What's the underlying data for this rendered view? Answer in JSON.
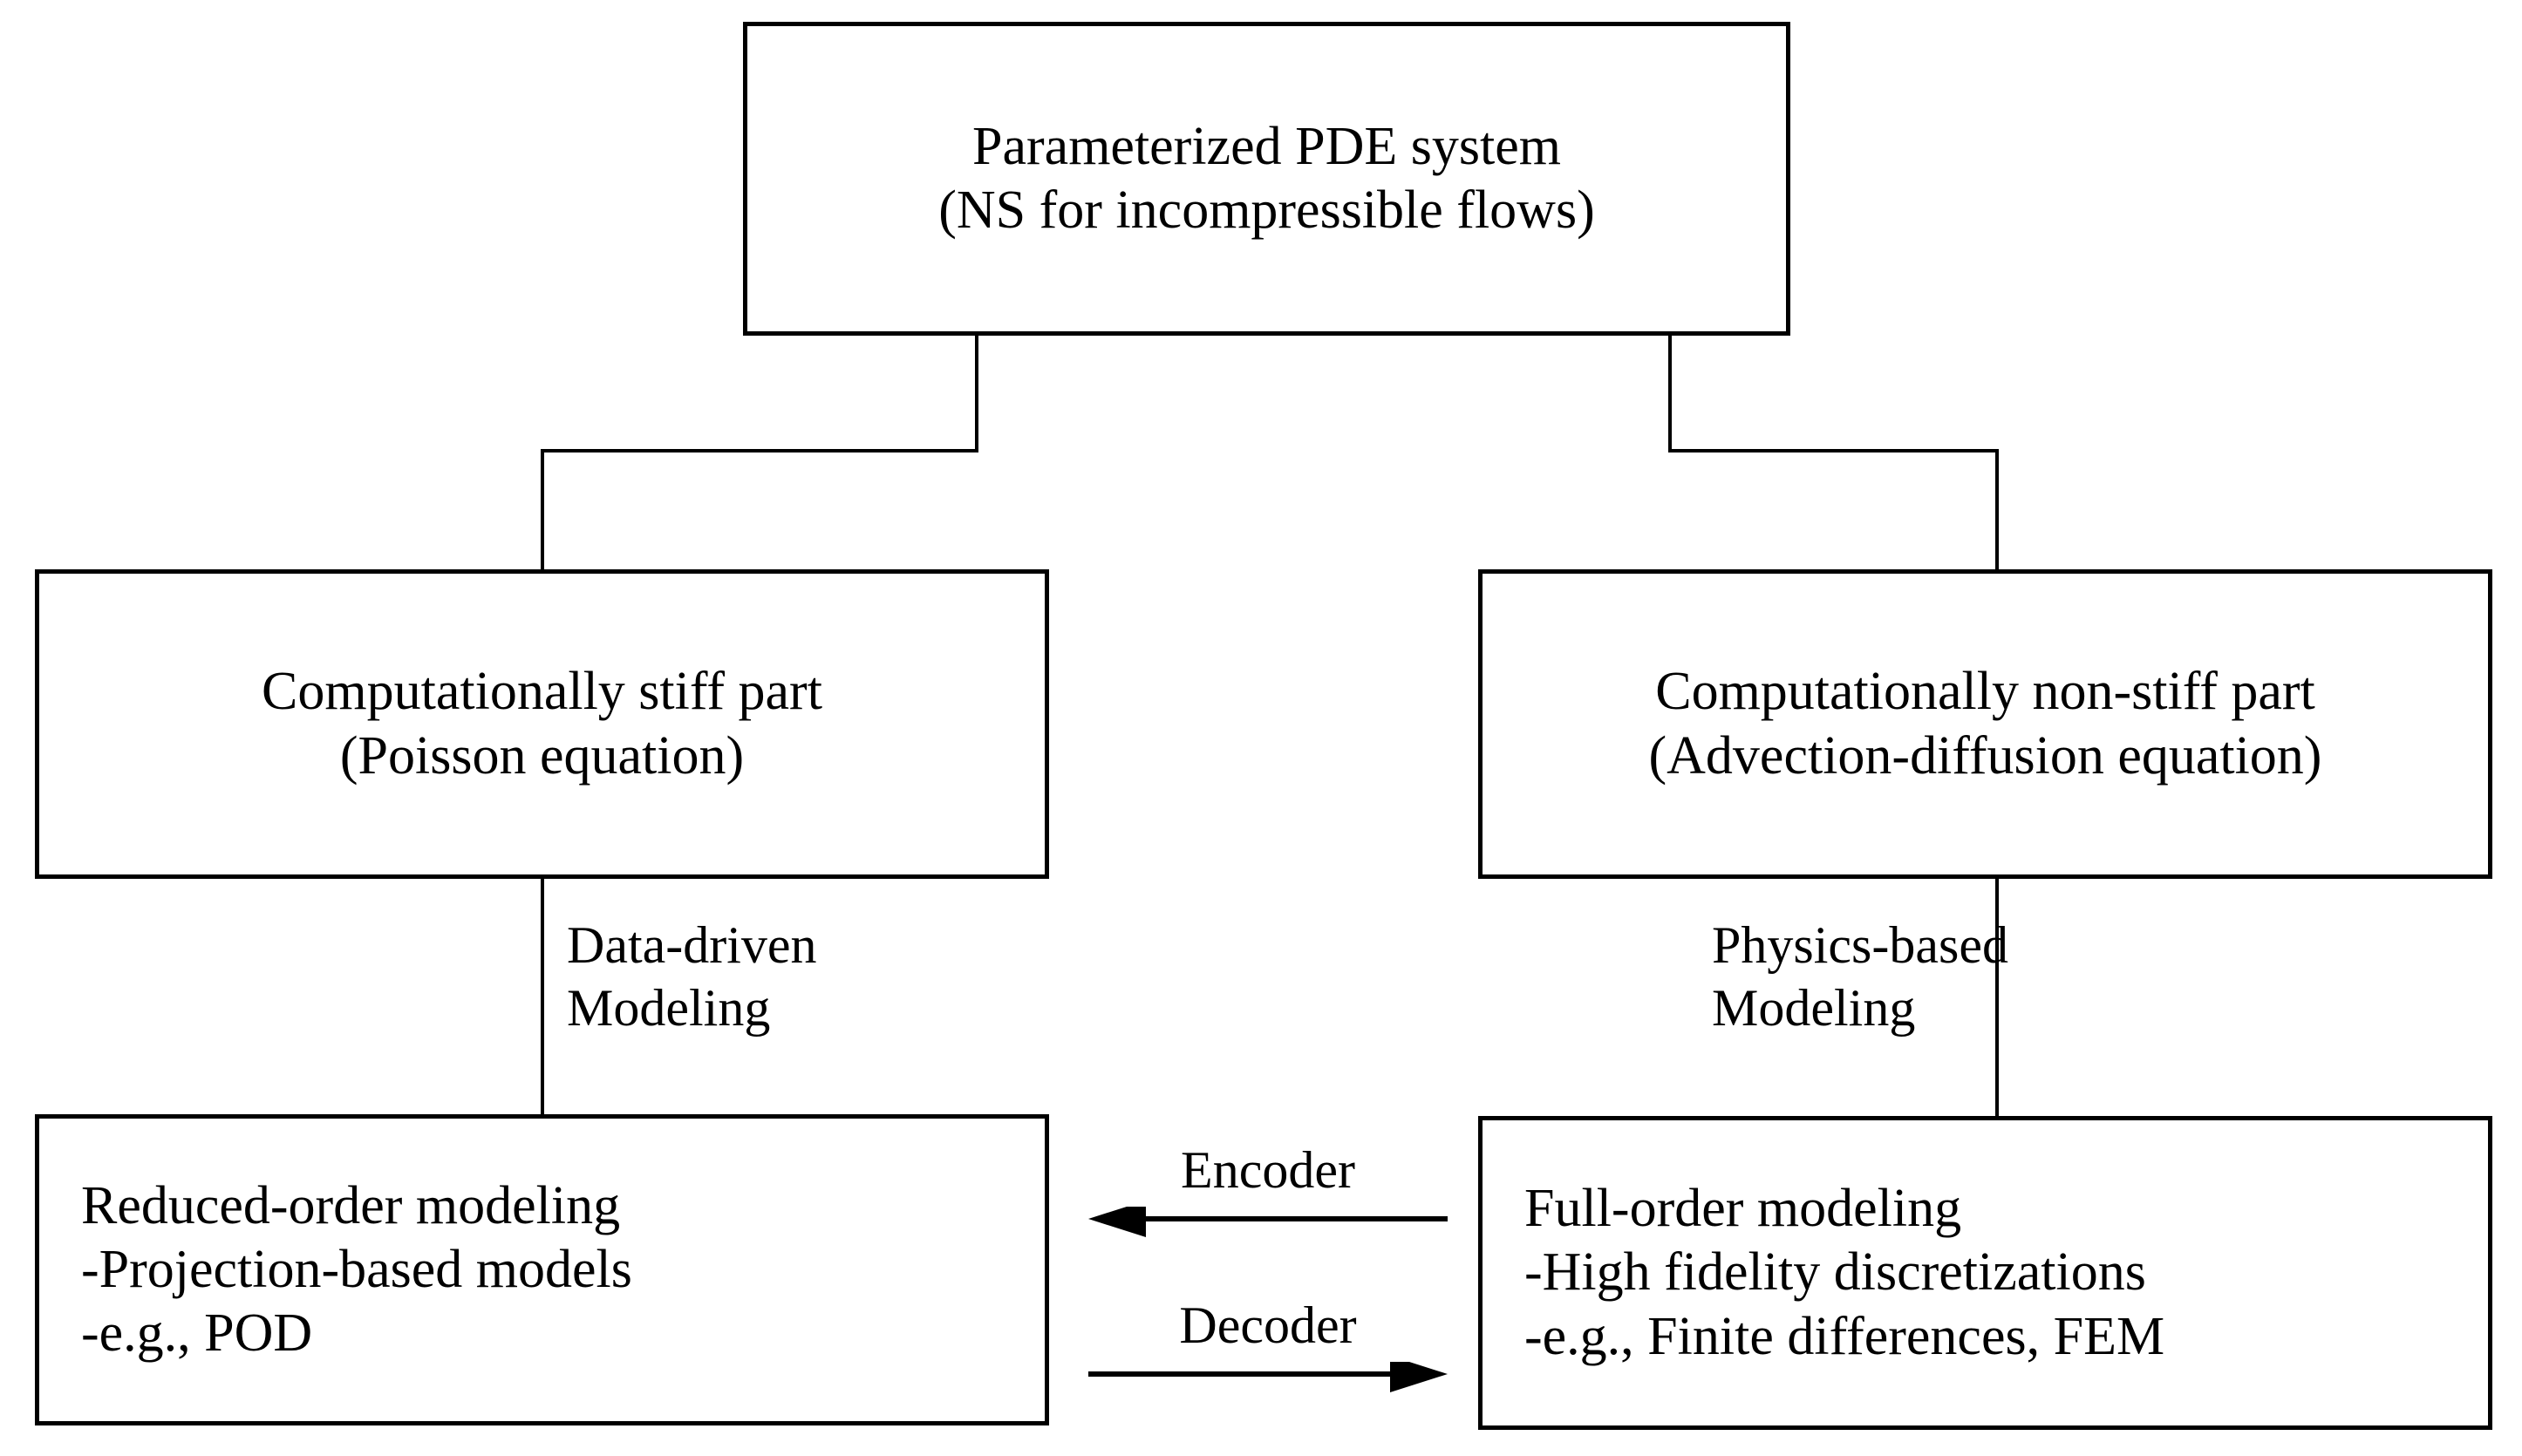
{
  "diagram": {
    "title": "Decomposition of a parameterized PDE system into stiff and non-stiff parts",
    "background_color": "#ffffff",
    "stroke_color": "#000000",
    "nodes": {
      "root": {
        "name": "Parameterized PDE system",
        "lines": [
          "Parameterized PDE system",
          "(NS for incompressible flows)"
        ]
      },
      "stiff": {
        "name": "Computationally stiff part",
        "lines": [
          "Computationally stiff part",
          "(Poisson equation)"
        ]
      },
      "nonstiff": {
        "name": "Computationally non-stiff part",
        "lines": [
          "Computationally non-stiff part",
          "(Advection-diffusion equation)"
        ]
      },
      "rom": {
        "name": "Reduced-order modeling",
        "lines": [
          "Reduced-order modeling",
          "-Projection-based models",
          "-e.g., POD"
        ]
      },
      "fom": {
        "name": "Full-order modeling",
        "lines": [
          "Full-order modeling",
          "-High fidelity discretizations",
          "-e.g., Finite differences, FEM"
        ]
      }
    },
    "edge_labels": {
      "data_driven": "Data-driven\nModeling",
      "physics_based": "Physics-based\nModeling"
    },
    "arrows": {
      "encoder": {
        "label": "Encoder",
        "direction": "left",
        "from": "fom",
        "to": "rom"
      },
      "decoder": {
        "label": "Decoder",
        "direction": "right",
        "from": "rom",
        "to": "fom"
      }
    }
  }
}
